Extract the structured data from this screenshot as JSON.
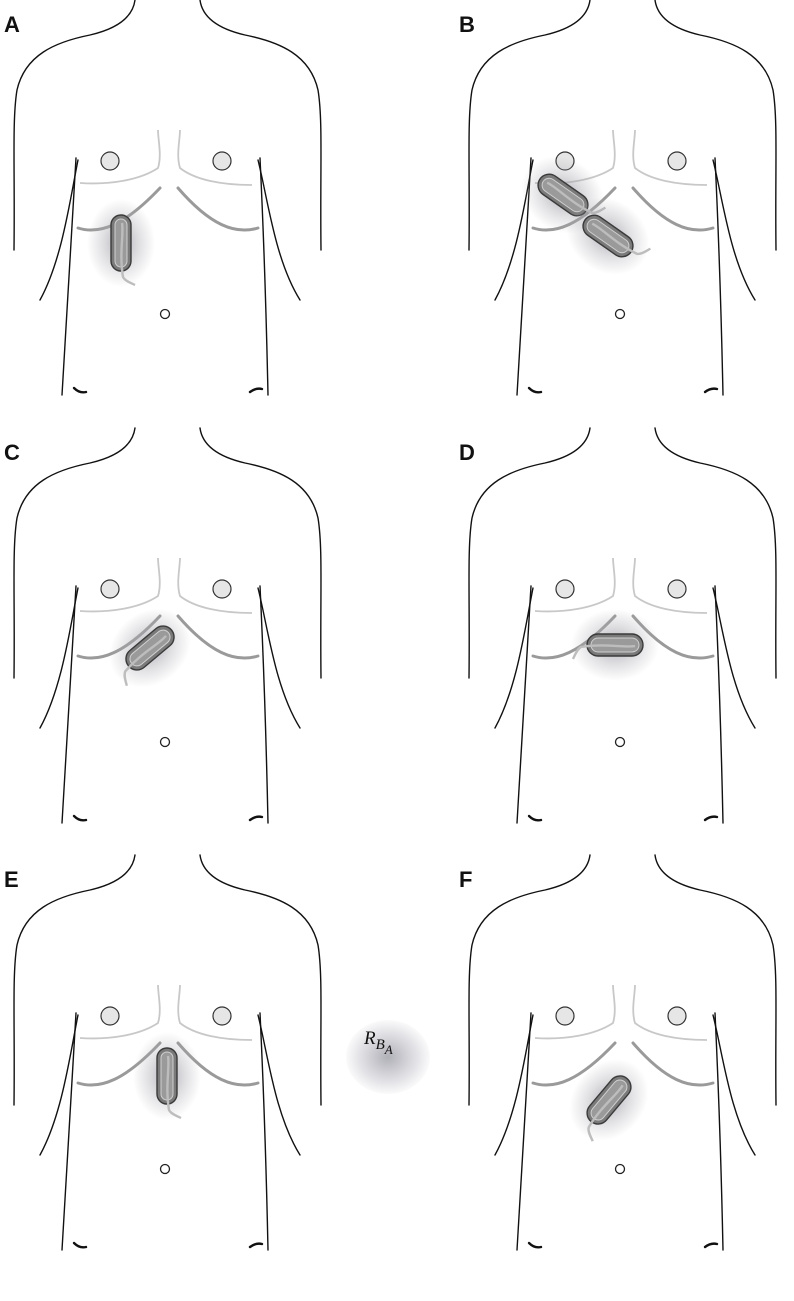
{
  "panels": [
    {
      "label": "A",
      "devices": [
        {
          "dx": 0,
          "dy": 0,
          "rot": 0
        }
      ]
    },
    {
      "label": "B",
      "devices": [
        {
          "dx": 0,
          "dy": 0,
          "rot": -55
        },
        {
          "dx": 0,
          "dy": 0,
          "rot": -55
        }
      ]
    },
    {
      "label": "C",
      "devices": [
        {
          "dx": 0,
          "dy": 0,
          "rot": 50
        }
      ]
    },
    {
      "label": "D",
      "devices": [
        {
          "dx": 0,
          "dy": 0,
          "rot": 90
        }
      ]
    },
    {
      "label": "E",
      "devices": [
        {
          "dx": 0,
          "dy": 0,
          "rot": 0
        }
      ]
    },
    {
      "label": "F",
      "devices": [
        {
          "dx": 0,
          "dy": 0,
          "rot": 40
        }
      ]
    }
  ],
  "legend": {
    "symbol": "R",
    "sub1": "B",
    "sub2": "A"
  },
  "colors": {
    "outline": "#111111",
    "rib": "#9a9a9a",
    "breast": "#c8c8c8",
    "device": "#6e6e6e",
    "glow": "#a8a8b0"
  }
}
